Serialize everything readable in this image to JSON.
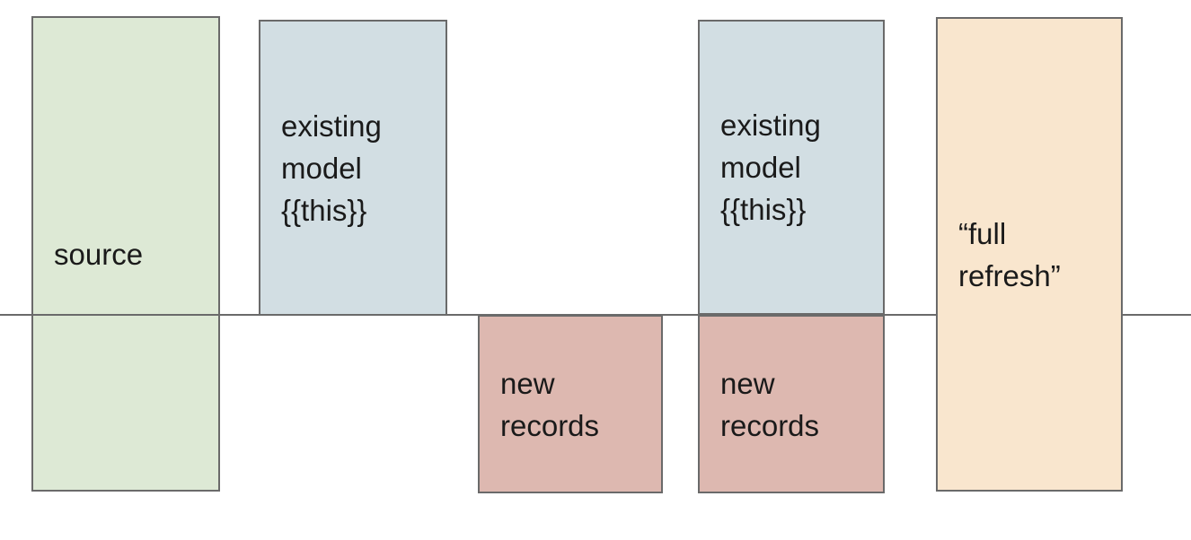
{
  "diagram": {
    "description": "Incremental model diagram: source table, existing model {{this}}, new records, and full refresh columns split by a horizontal cutoff line",
    "divider": {
      "orientation": "horizontal",
      "color": "#6a6a6a"
    },
    "colors": {
      "source_fill": "#dde9d5",
      "existing_model_fill": "#d2dee3",
      "new_records_fill": "#ddb8b0",
      "full_refresh_fill": "#f9e6ce",
      "border": "#6a6a6a",
      "text": "#1a1a1a",
      "background": "#ffffff"
    },
    "boxes": [
      {
        "id": "source",
        "label": "source",
        "fill": "#dde9d5",
        "position": "spans-divider"
      },
      {
        "id": "existing-model-1",
        "label": "existing\nmodel\n{{this}}",
        "fill": "#d2dee3",
        "position": "above-divider"
      },
      {
        "id": "new-records-1",
        "label": "new\nrecords",
        "fill": "#ddb8b0",
        "position": "below-divider"
      },
      {
        "id": "existing-model-2",
        "label": "existing\nmodel\n{{this}}",
        "fill": "#d2dee3",
        "position": "above-divider"
      },
      {
        "id": "new-records-2",
        "label": "new\nrecords",
        "fill": "#ddb8b0",
        "position": "below-divider"
      },
      {
        "id": "full-refresh",
        "label": "“full\nrefresh”",
        "fill": "#f9e6ce",
        "position": "spans-divider"
      }
    ]
  }
}
